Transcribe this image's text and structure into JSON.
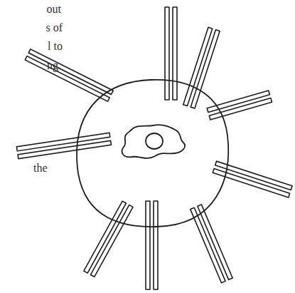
{
  "diagram": {
    "labels": [
      "out",
      "s of",
      "l to",
      "ng",
      "the"
    ]
  }
}
